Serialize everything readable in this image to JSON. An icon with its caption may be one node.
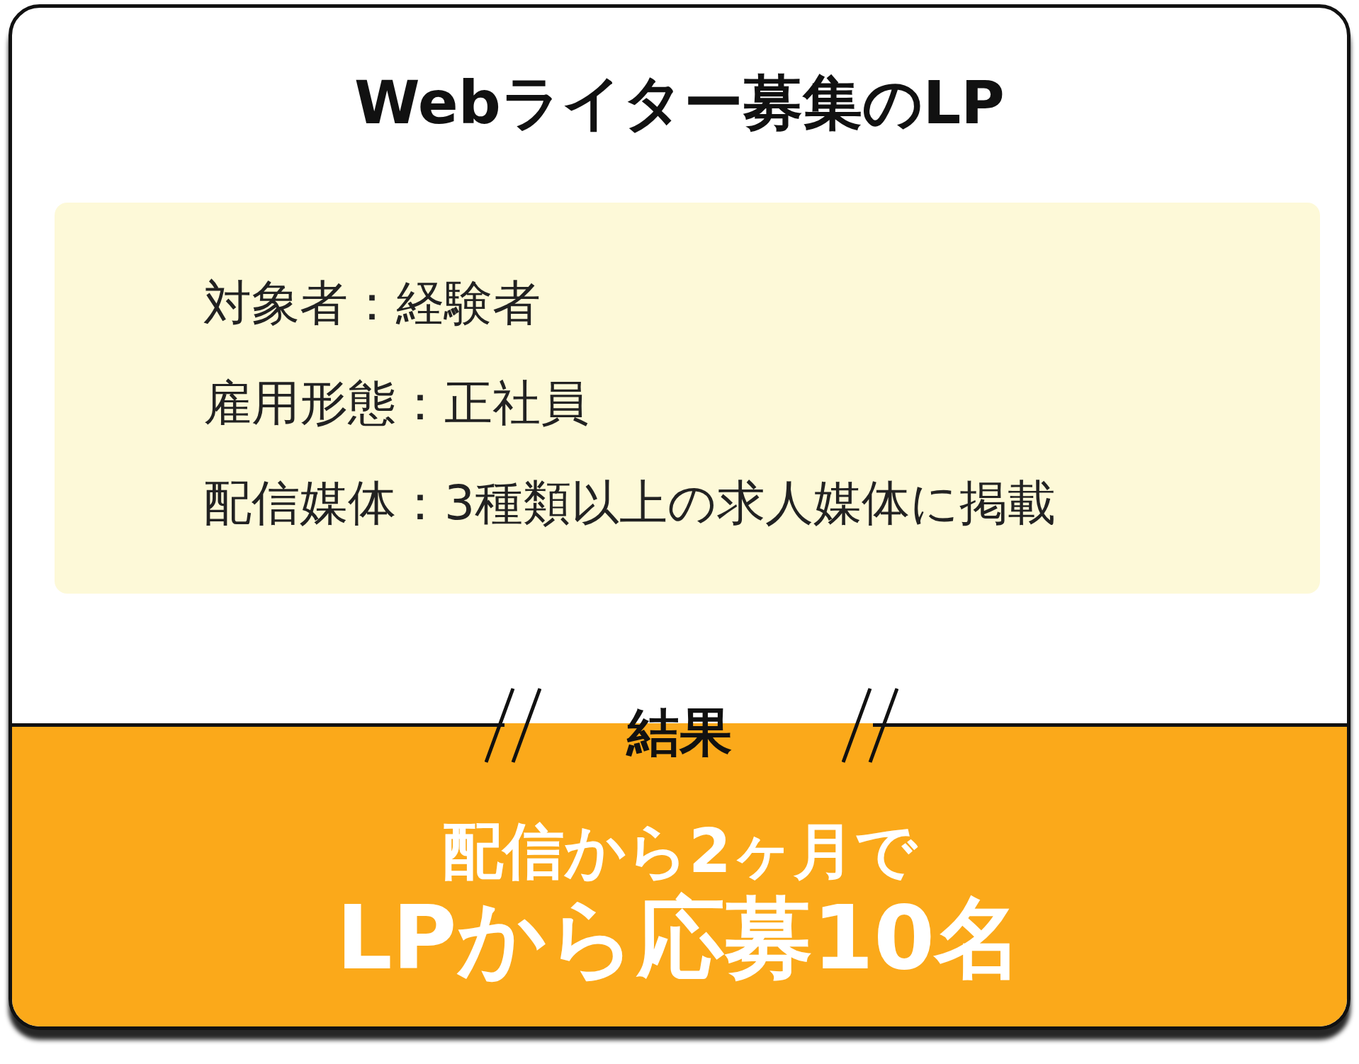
{
  "diagram": {
    "nodes": [
      {
        "text": [
          "Webライター募集のLP"
        ]
      },
      {
        "text": [
          "対象者：経験者",
          "雇用形態：正社員",
          "配信媒体：3種類以上の求人媒体に掲載"
        ],
        "in": 0
      },
      {
        "text": [
          "結果",
          "配信から2ヶ月で",
          "LPから応募10名"
        ],
        "in": 0
      }
    ]
  }
}
